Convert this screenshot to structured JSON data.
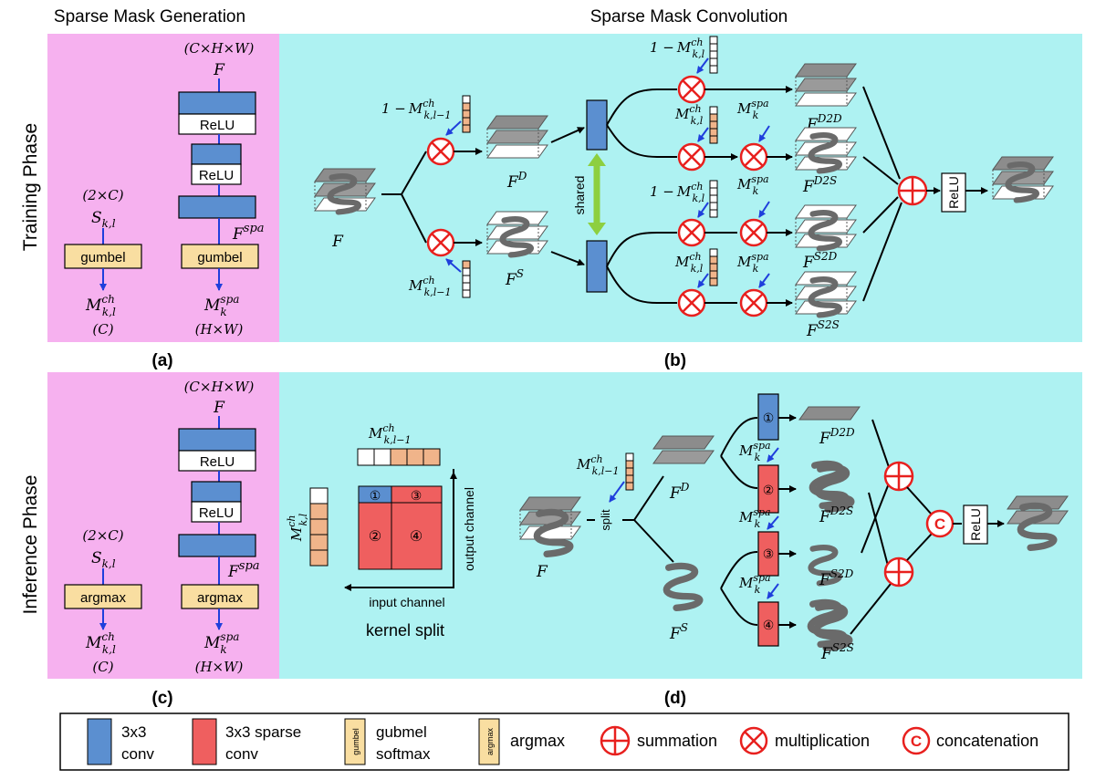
{
  "titles": {
    "left": "Sparse Mask Generation",
    "right": "Sparse Mask Convolution"
  },
  "phases": {
    "training": "Training Phase",
    "inference": "Inference Phase"
  },
  "subfig_labels": {
    "a": "(a)",
    "b": "(b)",
    "c": "(c)",
    "d": "(d)"
  },
  "panel_a": {
    "dims_top": "(C×H×W)",
    "input": "F",
    "relu1": "ReLU",
    "relu2": "ReLU",
    "fspa": "F",
    "fspa_sup": "spa",
    "dims_s": "(2×C)",
    "s": "S",
    "s_sub": "k,l",
    "op_left": "gumbel",
    "op_right": "gumbel",
    "mch": "M",
    "mch_sup": "ch",
    "mch_sub": "k,l",
    "mspa": "M",
    "mspa_sup": "spa",
    "mspa_sub": "k",
    "dims_c": "(C)",
    "dims_hw": "(H×W)"
  },
  "panel_c": {
    "dims_top": "(C×H×W)",
    "input": "F",
    "relu1": "ReLU",
    "relu2": "ReLU",
    "fspa": "F",
    "fspa_sup": "spa",
    "dims_s": "(2×C)",
    "s": "S",
    "s_sub": "k,l",
    "op_left": "argmax",
    "op_right": "argmax",
    "mch": "M",
    "mch_sup": "ch",
    "mch_sub": "k,l",
    "mspa": "M",
    "mspa_sup": "spa",
    "mspa_sub": "k",
    "dims_c": "(C)",
    "dims_hw": "(H×W)"
  },
  "panel_b": {
    "one_minus": "1 −",
    "m": "M",
    "ch": "ch",
    "spa": "spa",
    "sub_kl1": "k,l−1",
    "sub_kl": "k,l",
    "sub_k": "k",
    "F": "F",
    "FD_sup": "D",
    "FS_sup": "S",
    "shared": "shared",
    "out_d2d": "D2D",
    "out_d2s": "D2S",
    "out_s2d": "S2D",
    "out_s2s": "S2S",
    "relu": "ReLU"
  },
  "panel_d": {
    "kernel_split": "kernel split",
    "input_channel": "input channel",
    "output_channel": "output channel",
    "split": "split",
    "relu": "ReLU",
    "concat": "C",
    "k1": "①",
    "k2": "②",
    "k3": "③",
    "k4": "④"
  },
  "legend": {
    "conv_l1": "3x3",
    "conv_l2": "conv",
    "sparse_l1": "3x3 sparse",
    "sparse_l2": "conv",
    "gumbel_icon": "gumbel",
    "gumbel_l1": "gubmel",
    "gumbel_l2": "softmax",
    "argmax_icon": "argmax",
    "argmax_label": "argmax",
    "sum_label": "summation",
    "mul_label": "multiplication",
    "concat_icon": "C",
    "concat_label": "concatenation"
  },
  "colors": {
    "pink_bg": "#f6b1ef",
    "cyan_bg": "#aef2f2",
    "conv_blue": "#5b8fd0",
    "sparse_red": "#ef5f5f",
    "gumbel_yellow": "#f9dea1",
    "mask_orange": "#f0b48a",
    "op_red": "#e8201e",
    "arrow_blue": "#1f3fdc",
    "shared_green": "#8dcf3f"
  }
}
